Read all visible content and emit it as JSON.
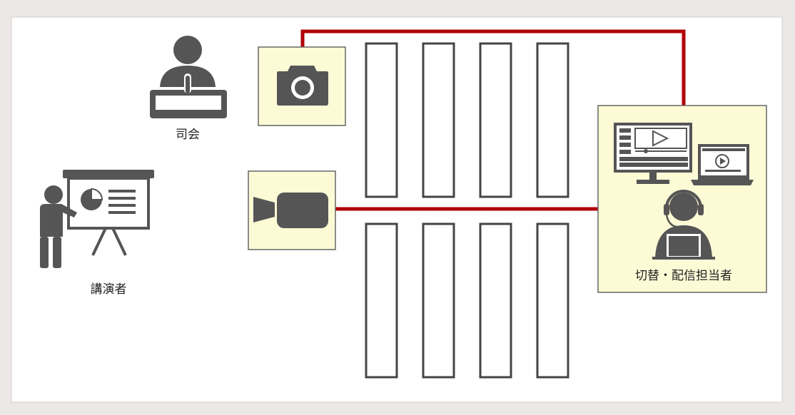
{
  "labels": {
    "emcee": "司会",
    "speaker": "講演者",
    "operator": "切替・配信担当者"
  },
  "colors": {
    "page_bg": "#ece8e6",
    "panel_bg": "#ffffff",
    "panel_border": "#cfcfcf",
    "cable": "#b00008",
    "icon_dark": "#555555",
    "box_fill": "#fdfbd6",
    "box_border": "#666666",
    "seat_border": "#444444"
  },
  "icons": {
    "emcee": "emcee-at-podium-icon",
    "speaker": "speaker-presentation-icon",
    "still_camera": "still-camera-icon",
    "video_camera": "video-camera-icon",
    "editor_monitor": "video-editor-monitor-icon",
    "laptop": "laptop-video-icon",
    "operator": "headset-operator-icon"
  },
  "seating": {
    "rows": 2,
    "columns": 4
  }
}
